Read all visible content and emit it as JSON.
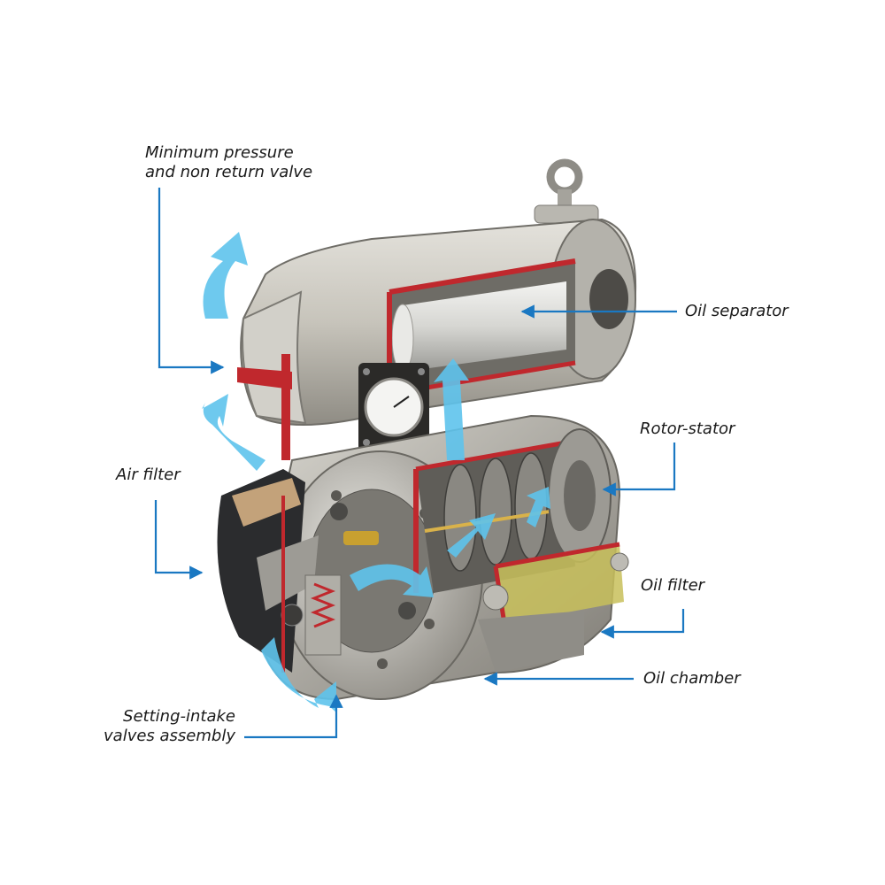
{
  "labels": {
    "min_pressure_line1": "Minimum pressure",
    "min_pressure_line2": "and non return valve",
    "oil_separator": "Oil separator",
    "rotor_stator": "Rotor-stator",
    "air_filter": "Air filter",
    "oil_filter": "Oil filter",
    "oil_chamber": "Oil chamber",
    "setting_intake_line1": "Setting-intake",
    "setting_intake_line2": "valves assembly"
  },
  "colors": {
    "leader": "#1a78c2",
    "airflow": "#5ec3ec",
    "body": "#c9c7c0",
    "cutaway": "#c0282d"
  }
}
